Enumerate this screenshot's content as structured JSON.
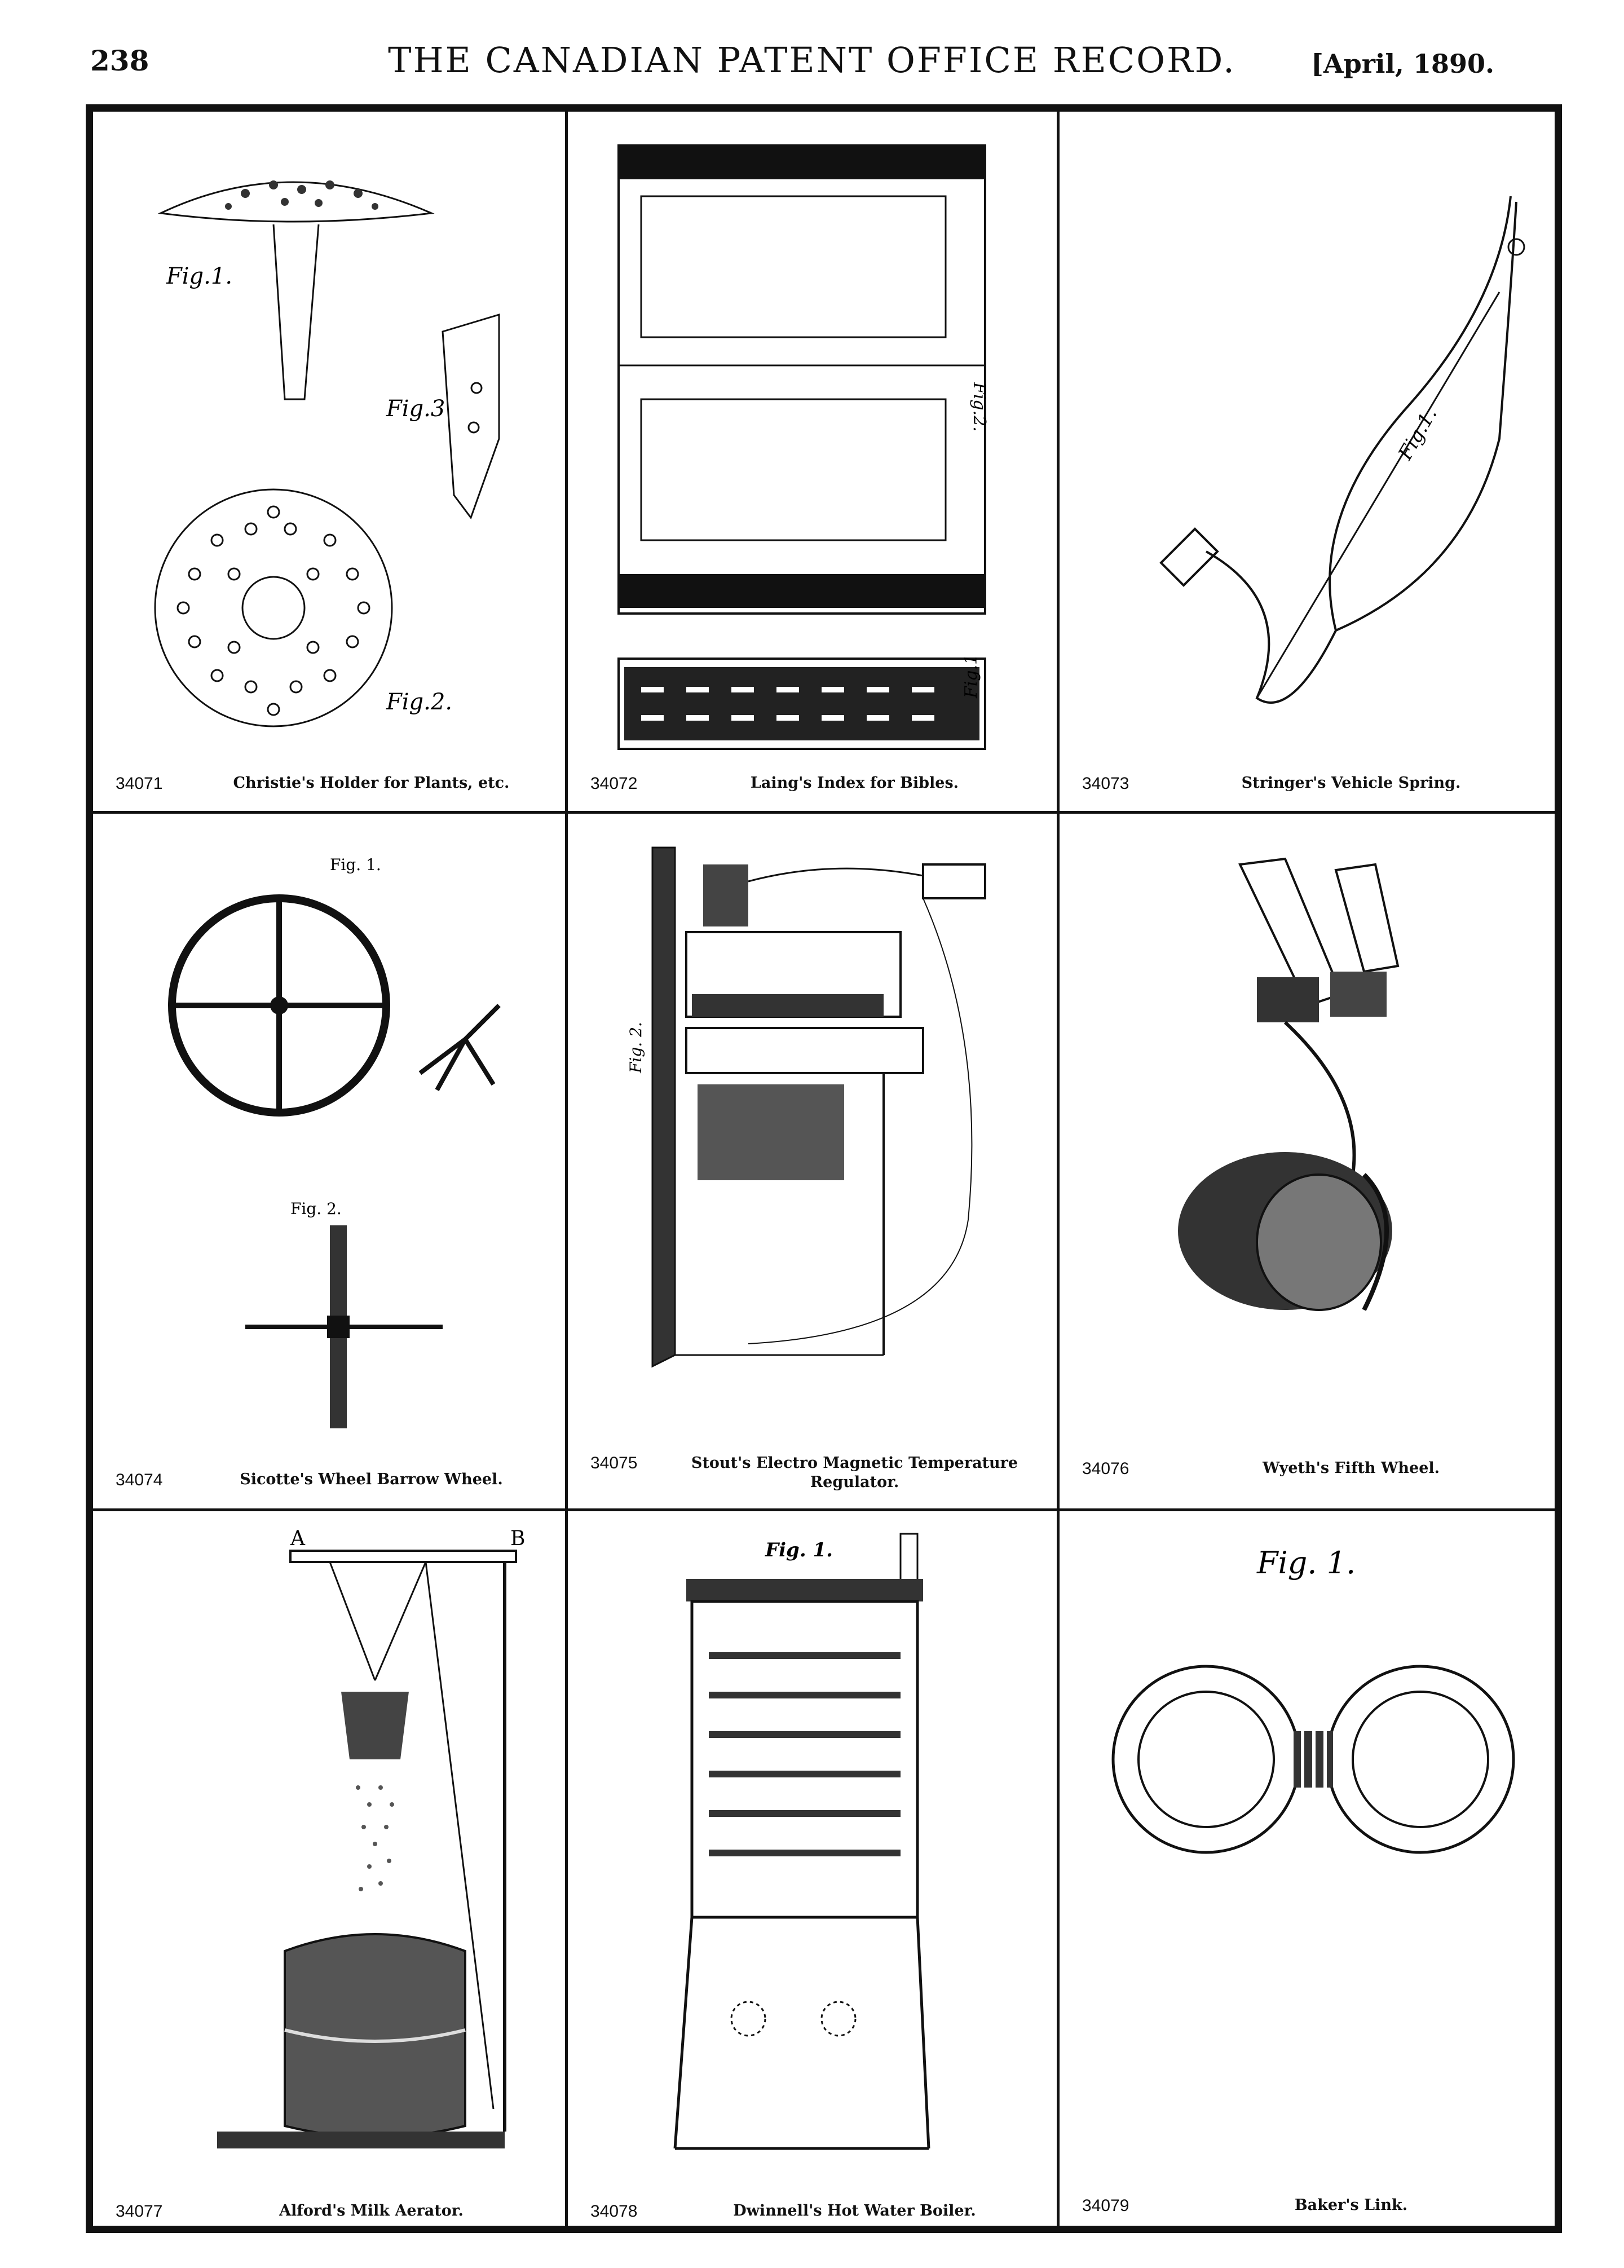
{
  "header": {
    "page_number": "238",
    "title": "THE CANADIAN PATENT OFFICE RECORD.",
    "date": "[April, 1890."
  },
  "patents": [
    {
      "number": "34071",
      "title": "Christie's Holder for Plants, etc.",
      "labels": [
        "Fig.1.",
        "Fig.2.",
        "Fig.3"
      ]
    },
    {
      "number": "34072",
      "title": "Laing's Index for Bibles.",
      "labels": [
        "Fig.2.",
        "Fig.1"
      ]
    },
    {
      "number": "34073",
      "title": "Stringer's Vehicle Spring.",
      "labels": [
        "Fig.1."
      ]
    },
    {
      "number": "34074",
      "title": "Sicotte's Wheel Barrow Wheel.",
      "labels": [
        "Fig. 1.",
        "Fig. 2."
      ]
    },
    {
      "number": "34075",
      "title": "Stout's Electro Magnetic Temperature Regulator.",
      "labels": [
        "Fig. 2."
      ]
    },
    {
      "number": "34076",
      "title": "Wyeth's Fifth Wheel.",
      "labels": []
    },
    {
      "number": "34077",
      "title": "Alford's Milk Aerator.",
      "labels": [
        "A",
        "B"
      ]
    },
    {
      "number": "34078",
      "title": "Dwinnell's Hot Water Boiler.",
      "labels": [
        "Fig. 1."
      ]
    },
    {
      "number": "34079",
      "title": "Baker's Link.",
      "labels": [
        "Fig. 1."
      ]
    }
  ]
}
